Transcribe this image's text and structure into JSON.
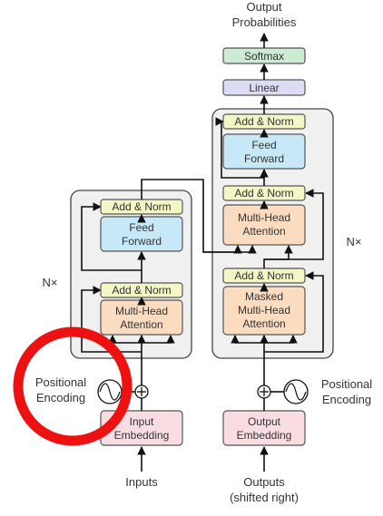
{
  "labels": {
    "output_probabilities": [
      "Output",
      "Probabilities"
    ],
    "inputs": "Inputs",
    "outputs": [
      "Outputs",
      "(shifted right)"
    ],
    "nx_left": "N×",
    "nx_right": "N×",
    "positional_encoding_left": [
      "Positional",
      "Encoding"
    ],
    "positional_encoding_right": [
      "Positional",
      "Encoding"
    ]
  },
  "blocks": {
    "softmax": "Softmax",
    "linear": "Linear",
    "decoder_add_norm_top": "Add & Norm",
    "decoder_feed_forward": [
      "Feed",
      "Forward"
    ],
    "decoder_add_norm_mid": "Add & Norm",
    "decoder_multi_head_attention": [
      "Multi-Head",
      "Attention"
    ],
    "decoder_add_norm_bottom": "Add & Norm",
    "decoder_masked_attention": [
      "Masked",
      "Multi-Head",
      "Attention"
    ],
    "encoder_add_norm_top": "Add & Norm",
    "encoder_feed_forward": [
      "Feed",
      "Forward"
    ],
    "encoder_add_norm_bottom": "Add & Norm",
    "encoder_multi_head_attention": [
      "Multi-Head",
      "Attention"
    ],
    "input_embedding": [
      "Input",
      "Embedding"
    ],
    "output_embedding": [
      "Output",
      "Embedding"
    ]
  },
  "colors": {
    "add_norm": "#f3f7c6",
    "feed_forward": "#c6e8f7",
    "attention": "#fcdcc0",
    "embedding": "#fadde3",
    "linear": "#dcdcf5",
    "softmax": "#cdebd2",
    "stack_bg": "#f0f0f0",
    "annotation_circle": "#ee1111"
  }
}
